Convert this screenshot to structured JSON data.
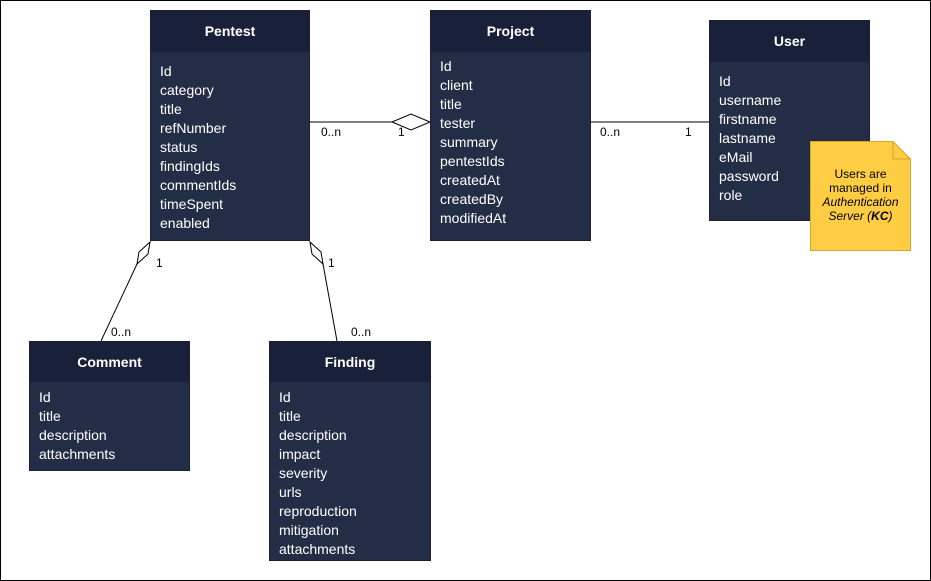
{
  "entities": {
    "pentest": {
      "title": "Pentest",
      "attributes": [
        "Id",
        "category",
        "title",
        "refNumber",
        "status",
        "findingIds",
        "commentIds",
        "timeSpent",
        "enabled"
      ]
    },
    "project": {
      "title": "Project",
      "attributes": [
        "Id",
        "client",
        "title",
        "tester",
        "summary",
        "pentestIds",
        "createdAt",
        "createdBy",
        "modifiedAt"
      ]
    },
    "user": {
      "title": "User",
      "attributes": [
        "Id",
        "username",
        "firstname",
        "lastname",
        "eMail",
        "password",
        "role"
      ]
    },
    "comment": {
      "title": "Comment",
      "attributes": [
        "Id",
        "title",
        "description",
        "attachments"
      ]
    },
    "finding": {
      "title": "Finding",
      "attributes": [
        "Id",
        "title",
        "description",
        "impact",
        "severity",
        "urls",
        "reproduction",
        "mitigation",
        "attachments"
      ]
    }
  },
  "note": {
    "line1": "Users are",
    "line2": "managed in",
    "line3": "Authentication",
    "line4_prefix": "Server (",
    "line4_bold": "KC",
    "line4_suffix": ")"
  },
  "multiplicities": {
    "pentest_project_pentest_end": "0..n",
    "pentest_project_project_end": "1",
    "project_user_project_end": "0..n",
    "project_user_user_end": "1",
    "pentest_comment_pentest_end": "1",
    "pentest_comment_comment_end": "0..n",
    "pentest_finding_pentest_end": "1",
    "pentest_finding_finding_end": "0..n"
  },
  "colors": {
    "entity_body": "#232d45",
    "entity_header": "#19203a",
    "entity_text": "#ffffff",
    "note_fill": "#ffcd44",
    "note_border": "#d6a52a",
    "line": "#000000"
  }
}
